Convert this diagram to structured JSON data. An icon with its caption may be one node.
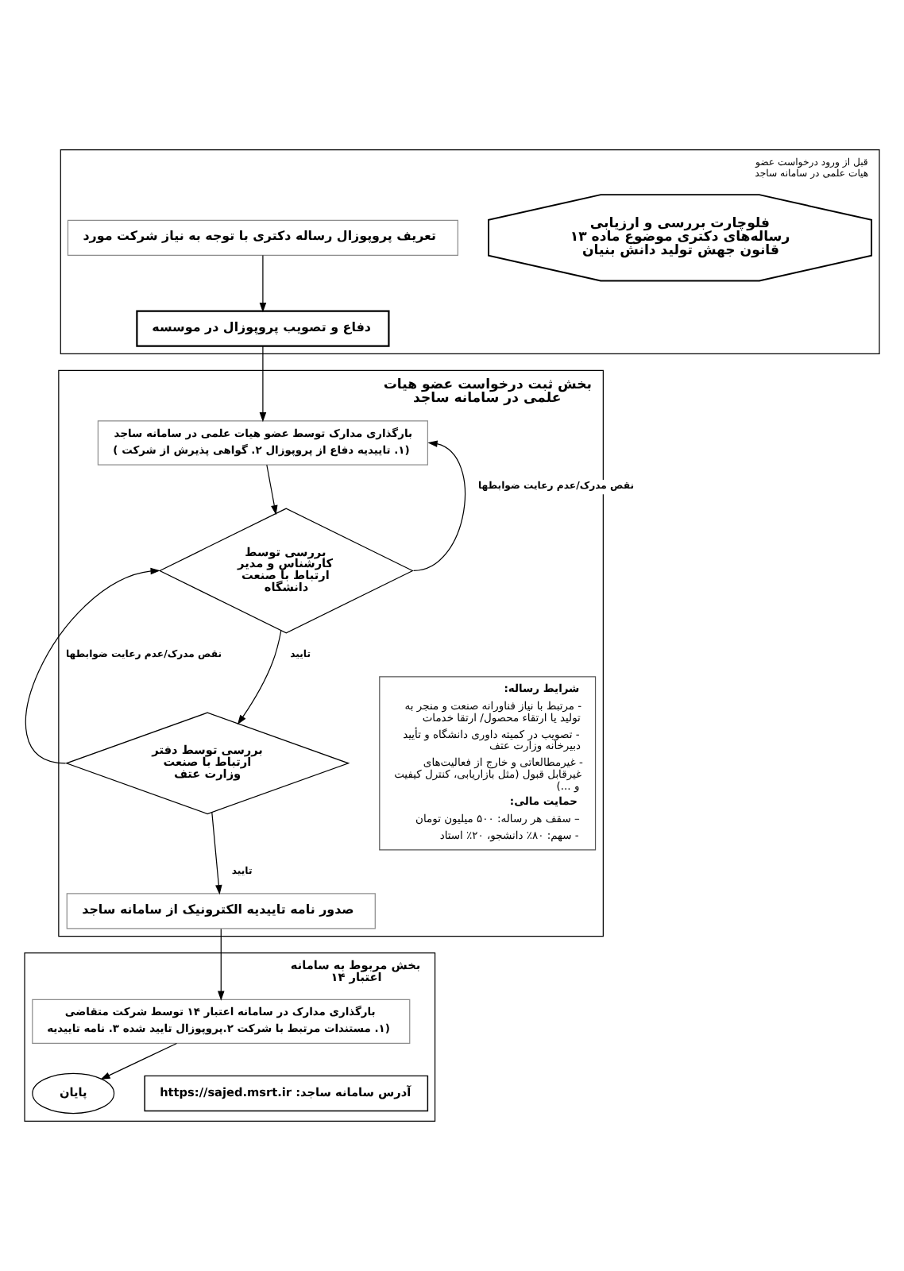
{
  "diagram": {
    "nodes": [
      {
        "text": [
          "قبل از ورود درخواست عضو هیات علمی در سامانه ساجد"
        ]
      },
      {
        "text": [
          "فلوچارت بررسی و ارزیابی رساله‌های دکتری موضوع ماده ۱۳ قانون جهش تولید دانش بنیان"
        ],
        "in": 0
      },
      {
        "text": [
          "تعریف پروپوزال رساله دکتری با توجه به نیاز شرکت مورد"
        ],
        "in": 0
      },
      {
        "text": [
          "دفاع و تصویب پروپوزال در موسسه"
        ],
        "in": 0
      },
      {
        "text": [
          "بخش ثبت درخواست عضو هیات علمی در سامانه ساجد"
        ]
      },
      {
        "text": [
          "بارگذاری مدارک توسط عضو هیات علمی در سامانه ساجد",
          "(۱. تاییدیه دفاع از پروپوزال ۲. گواهی پذیرش از شرکت )"
        ],
        "in": 4
      },
      {
        "text": [
          "بررسی توسط کارشناس و مدیر ارتباط با صنعت دانشگاه"
        ],
        "in": 4
      },
      {
        "text": [
          "شرایط رساله:",
          "- مرتبط با نیاز فناورانه صنعت و منجر به تولید یا ارتقاء محصول/ ارتقا خدمات",
          "- تصویب در کمیته داوری دانشگاه و تأیید دبیرخانه وزارت عتف",
          "- غیرمطالعاتی و خارج از فعالیت‌های غیرقابل قبول (مثل بازاریابی، کنترل کیفیت و ...)",
          "حمایت مالی:",
          "– سقف هر رساله: ۵۰۰ میلیون تومان",
          "- سهم: ۸۰٪ دانشجو، ۲۰٪ استاد"
        ],
        "in": 4
      },
      {
        "text": [
          "بررسی توسط دفتر ارتباط با صنعت وزارت عتف"
        ],
        "in": 4
      },
      {
        "text": [
          "صدور نامه تاییدیه الکترونیک از سامانه ساجد"
        ],
        "in": 4
      },
      {
        "text": [
          "بخش مربوط به سامانه اعتبار ۱۴"
        ]
      },
      {
        "text": [
          "بارگذاری مدارک در سامانه اعتبار ۱۴ توسط شرکت متقاضی",
          "(۱. مستندات مرتبط با شرکت ۲.پروپوزال تایید شده ۳. نامه تاییدیه"
        ],
        "in": 10
      },
      {
        "text": [
          "پایان"
        ],
        "in": 10
      },
      {
        "text": [
          "آدرس سامانه ساجد: https://sajed.msrt.ir"
        ],
        "in": 10
      }
    ],
    "edges": [
      {
        "from": 2,
        "to": 3,
        "arrow": "to"
      },
      {
        "from": 3,
        "to": 5,
        "arrow": "to"
      },
      {
        "from": 5,
        "to": 6,
        "arrow": "to"
      },
      {
        "from": 6,
        "to": 5,
        "arrow": "to",
        "label": "نقص مدرک/عدم رعایت ضوابطها"
      },
      {
        "from": 6,
        "to": 8,
        "arrow": "to",
        "label": "تایید"
      },
      {
        "from": 8,
        "to": 6,
        "arrow": "to",
        "label": "نقص مدرک/عدم رعایت ضوابطها"
      },
      {
        "from": 8,
        "to": 9,
        "arrow": "to",
        "label": "تایید"
      },
      {
        "from": 9,
        "to": 11,
        "arrow": "to"
      },
      {
        "from": 11,
        "to": 12,
        "arrow": "to"
      }
    ]
  }
}
